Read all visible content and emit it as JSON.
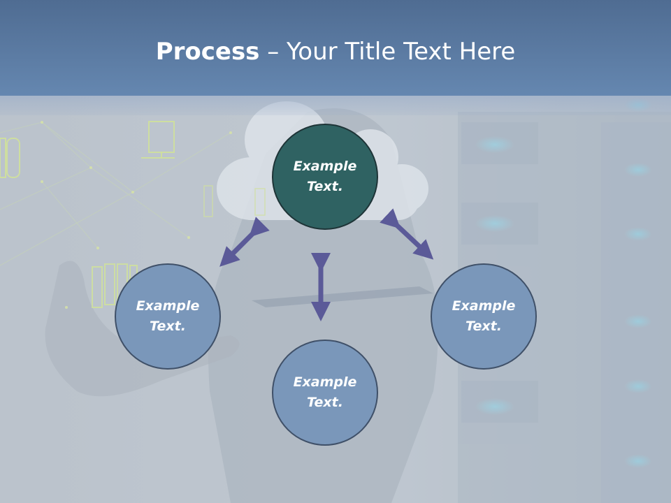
{
  "title": {
    "bold": "Process",
    "rest": " – Your Title Text Here"
  },
  "nodes": {
    "top": "Example\nText.",
    "left": "Example\nText.",
    "right": "Example\nText.",
    "bottom": "Example\nText."
  },
  "colors": {
    "title_bar": "#5a7aa3",
    "center_node": "#2f6262",
    "outer_node": "#7a97ba",
    "arrow": "#5b5a98"
  }
}
